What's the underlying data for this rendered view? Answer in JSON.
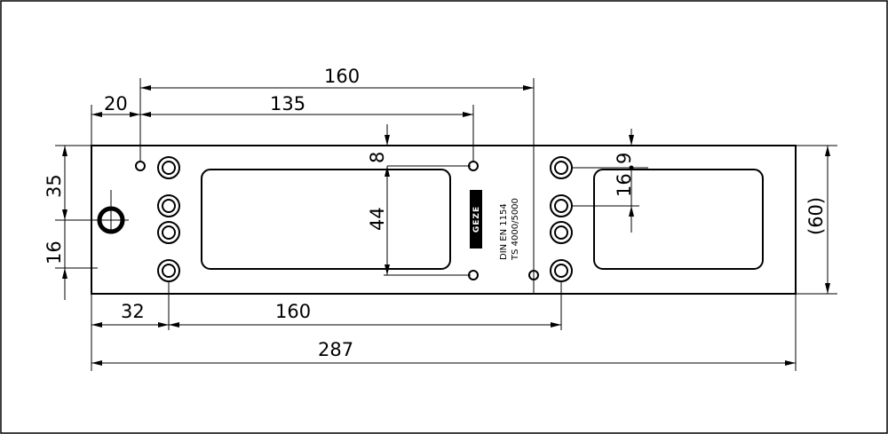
{
  "drawing": {
    "dimensions": {
      "top_160": "160",
      "top_20": "20",
      "top_135": "135",
      "left_35": "35",
      "left_16": "16",
      "mid_8": "8",
      "mid_44": "44",
      "right_9": "9",
      "right_16": "16",
      "right_60": "(60)",
      "bottom_32": "32",
      "bottom_160": "160",
      "bottom_287": "287"
    },
    "plate_text": {
      "line1": "DIN EN 1154",
      "line2": "TS 4000/5000"
    },
    "logo": "GEZE"
  }
}
